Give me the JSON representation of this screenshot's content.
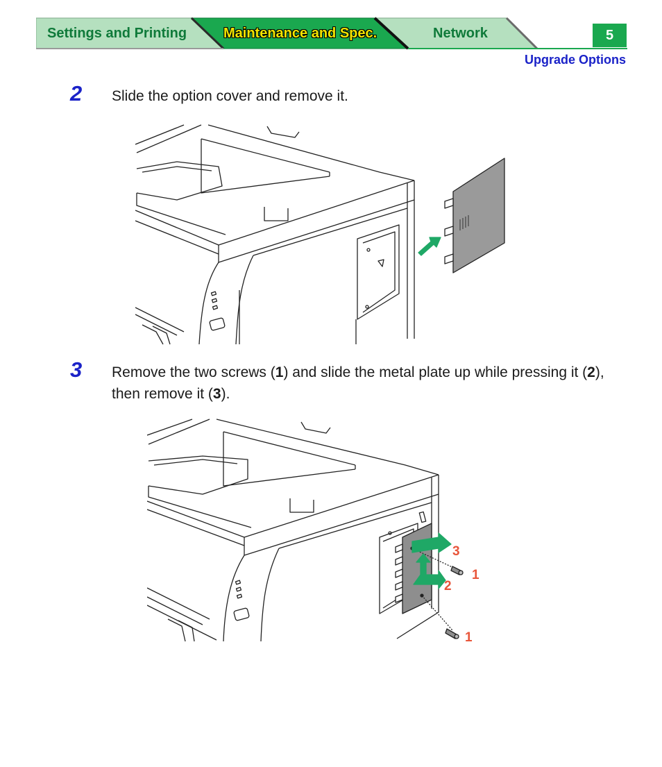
{
  "header": {
    "tabs": [
      {
        "label": "Settings and Printing",
        "active": false
      },
      {
        "label": "Maintenance and Spec.",
        "active": true
      },
      {
        "label": "Network",
        "active": false
      }
    ],
    "chapter_number": "5",
    "section_title": "Upgrade Options",
    "colors": {
      "tab_inactive": "#b5e0bf",
      "tab_active": "#1aa84f",
      "tab_text": "#0f7a3a",
      "active_text": "#f2e600",
      "step_blue": "#1a22c8",
      "callout": "#e8553a",
      "arrow": "#1fa866"
    }
  },
  "steps": [
    {
      "number": "2",
      "text_parts": [
        "Slide the option cover and remove it."
      ],
      "figure": {
        "icons": [
          "printer-illustration",
          "option-cover",
          "slide-arrow"
        ]
      }
    },
    {
      "number": "3",
      "text_parts": [
        "Remove the two screws (",
        "1",
        ") and slide the metal plate up while pressing it (",
        "2",
        "), then remove it (",
        "3",
        ")."
      ],
      "figure": {
        "icons": [
          "printer-illustration",
          "metal-plate",
          "screw",
          "up-arrow",
          "remove-arrow"
        ],
        "callouts": [
          "3",
          "1",
          "2",
          "1"
        ]
      }
    }
  ]
}
